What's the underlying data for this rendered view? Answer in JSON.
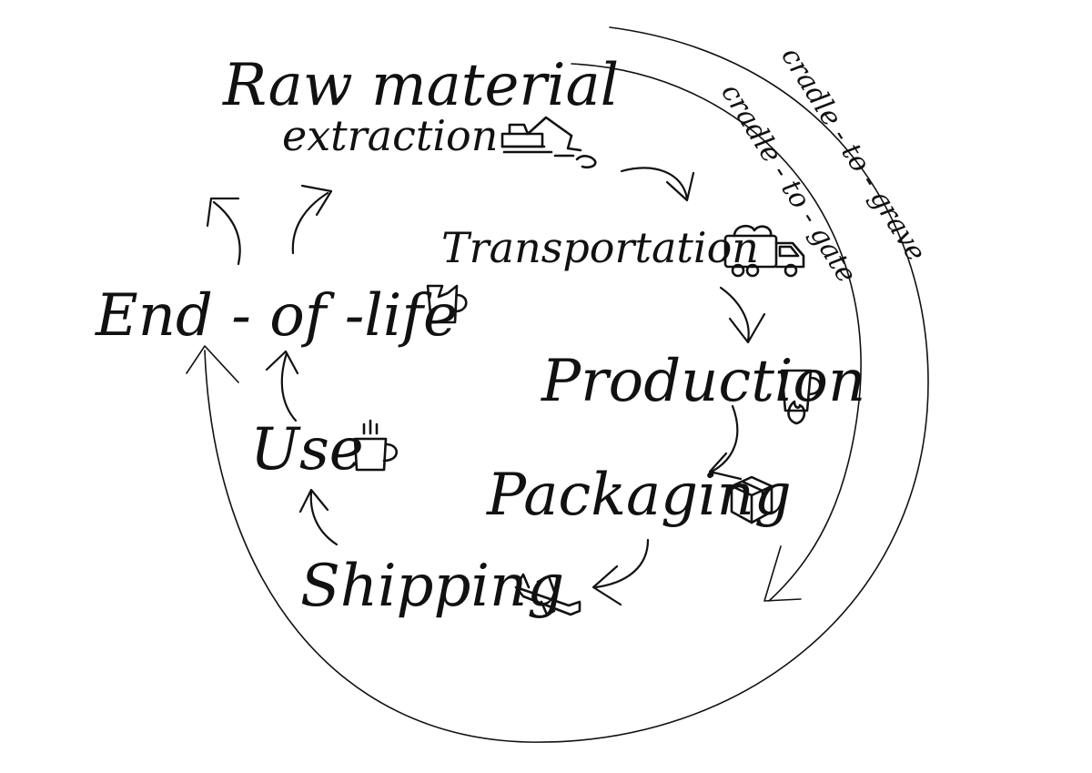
{
  "stages": {
    "raw_line1": "Raw material",
    "raw_line2": "extraction",
    "transportation": "Transportation",
    "production": "Production",
    "packaging": "Packaging",
    "shipping": "Shipping",
    "use": "Use",
    "end_of_life": "End - of -life"
  },
  "boundaries": {
    "cradle_to_gate": "cradle - to - gate",
    "cradle_to_grave": "cradle - to - grave"
  },
  "icons": {
    "raw": "excavator-icon",
    "transportation": "truck-icon",
    "production": "burning-cup-icon",
    "packaging": "box-icon",
    "shipping": "airplane-icon",
    "use": "hot-cup-icon",
    "end_of_life": "broken-cup-icon"
  },
  "colors": {
    "ink": "#111111",
    "background": "#ffffff"
  }
}
